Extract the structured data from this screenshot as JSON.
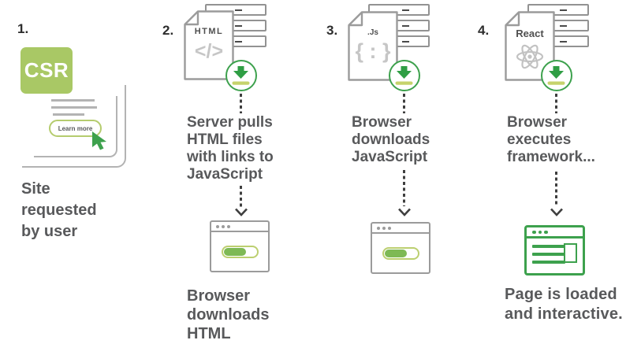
{
  "colors": {
    "accent_green": "#3da14d",
    "leaf_green": "#a9c865",
    "underline_green": "#c6d36c",
    "progress_fill_green": "#7eb955",
    "outline_gray": "#9b9b9b",
    "caption_text": "#58595b",
    "connector_dark": "#3f3f3f"
  },
  "icons": {
    "download_icon": "green circle with down arrow over green underline",
    "file_icon": "document with folded top-left corner",
    "server_icon": "three stacked server bars",
    "browser_loading_icon": "browser window with progress pill",
    "browser_loaded_icon": "green browser window with text lines and image box",
    "cursor_icon": "green mouse pointer",
    "atom_icon": "react atom"
  },
  "steps": [
    {
      "number": "1.",
      "badge_label": "CSR",
      "button_label": "Learn more",
      "caption_lines": [
        "Site",
        "requested",
        "by user"
      ]
    },
    {
      "number": "2.",
      "file_label": "HTML",
      "file_symbol": "</>",
      "caption_top_lines": [
        "Server pulls",
        "HTML files",
        "with links to",
        "JavaScript"
      ],
      "caption_bottom_lines": [
        "Browser",
        "downloads",
        "HTML"
      ]
    },
    {
      "number": "3.",
      "file_label": ".Js",
      "file_symbol": "{ : }",
      "caption_top_lines": [
        "Browser",
        "downloads",
        "JavaScript"
      ]
    },
    {
      "number": "4.",
      "file_label": "React",
      "caption_top_lines": [
        "Browser",
        "executes",
        "framework..."
      ],
      "caption_bottom_lines": [
        "Page is loaded",
        "and interactive."
      ]
    }
  ]
}
